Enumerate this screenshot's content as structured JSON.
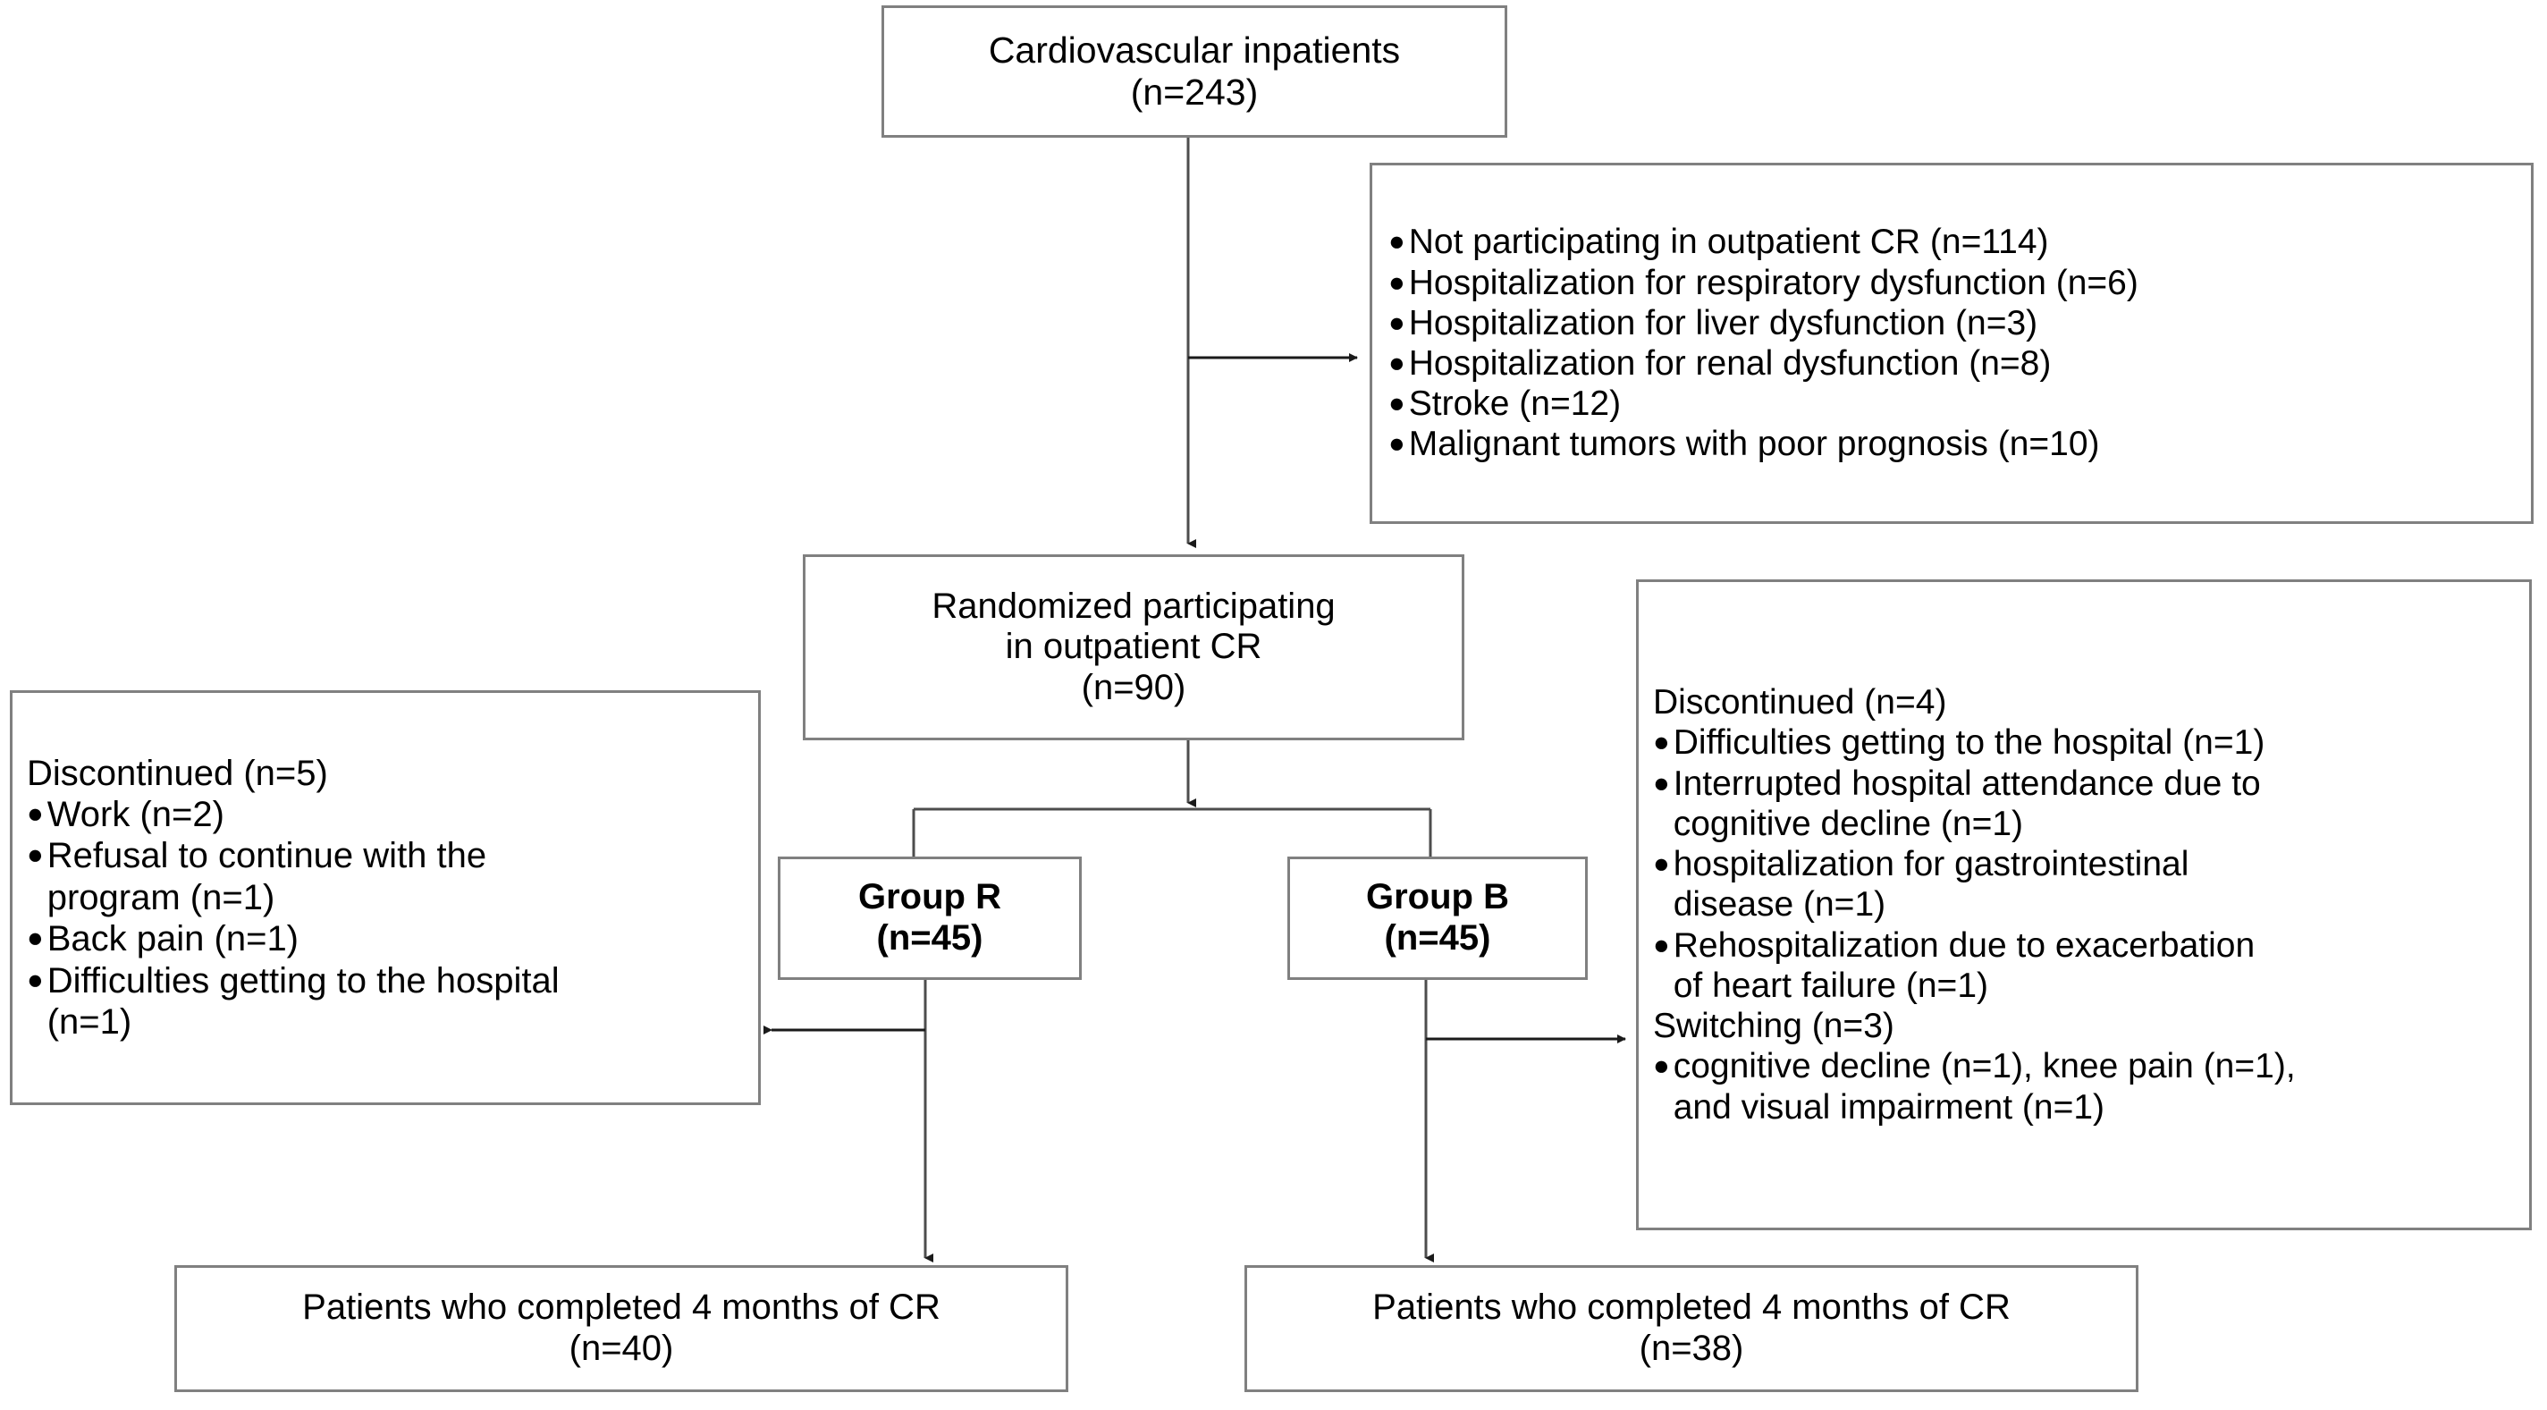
{
  "diagram": {
    "title": "CONSORT participant flow diagram",
    "line_color": "#808080",
    "text_color": "#000000",
    "bullet_glyph": "●"
  },
  "top_box": {
    "line1": "Cardiovascular inpatients",
    "line2": "(n=243)"
  },
  "excluded_box": {
    "items": [
      "Not participating in outpatient CR  (n=114)",
      "Hospitalization  for respiratory dysfunction  (n=6)",
      "Hospitalization  for liver dysfunction  (n=3)",
      "Hospitalization  for renal dysfunction  (n=8)",
      "Stroke (n=12)",
      "Malignant tumors with poor prognosis  (n=10)"
    ]
  },
  "randomized_box": {
    "line1": "Randomized participating",
    "line2": "in outpatient CR",
    "line3": "(n=90)"
  },
  "discontinued_left": {
    "heading": "Discontinued  (n=5)",
    "items": [
      "Work (n=2)",
      "Refusal to continue with the\nprogram (n=1)",
      "Back pain (n=1)",
      "Difficulties getting to the hospital\n(n=1)"
    ]
  },
  "discontinued_right": {
    "heading": "Discontinued (n=4)",
    "items": [
      "Difficulties getting to the hospital (n=1)",
      "Interrupted hospital attendance due to\ncognitive decline (n=1)",
      "hospitalization for gastrointestinal\ndisease (n=1)",
      "Rehospitalization due to  exacerbation\nof heart failure  (n=1)"
    ],
    "heading2": "Switching (n=3)",
    "items2": [
      "cognitive decline (n=1), knee pain (n=1),\nand visual impairment (n=1)"
    ]
  },
  "group_r": {
    "line1": "Group R",
    "line2": "(n=45)"
  },
  "group_b": {
    "line1": "Group B",
    "line2": "(n=45)"
  },
  "completed_r": {
    "line1": "Patients who completed 4 months of CR",
    "line2": "(n=40)"
  },
  "completed_b": {
    "line1": "Patients who completed 4 months of CR",
    "line2": "(n=38)"
  }
}
